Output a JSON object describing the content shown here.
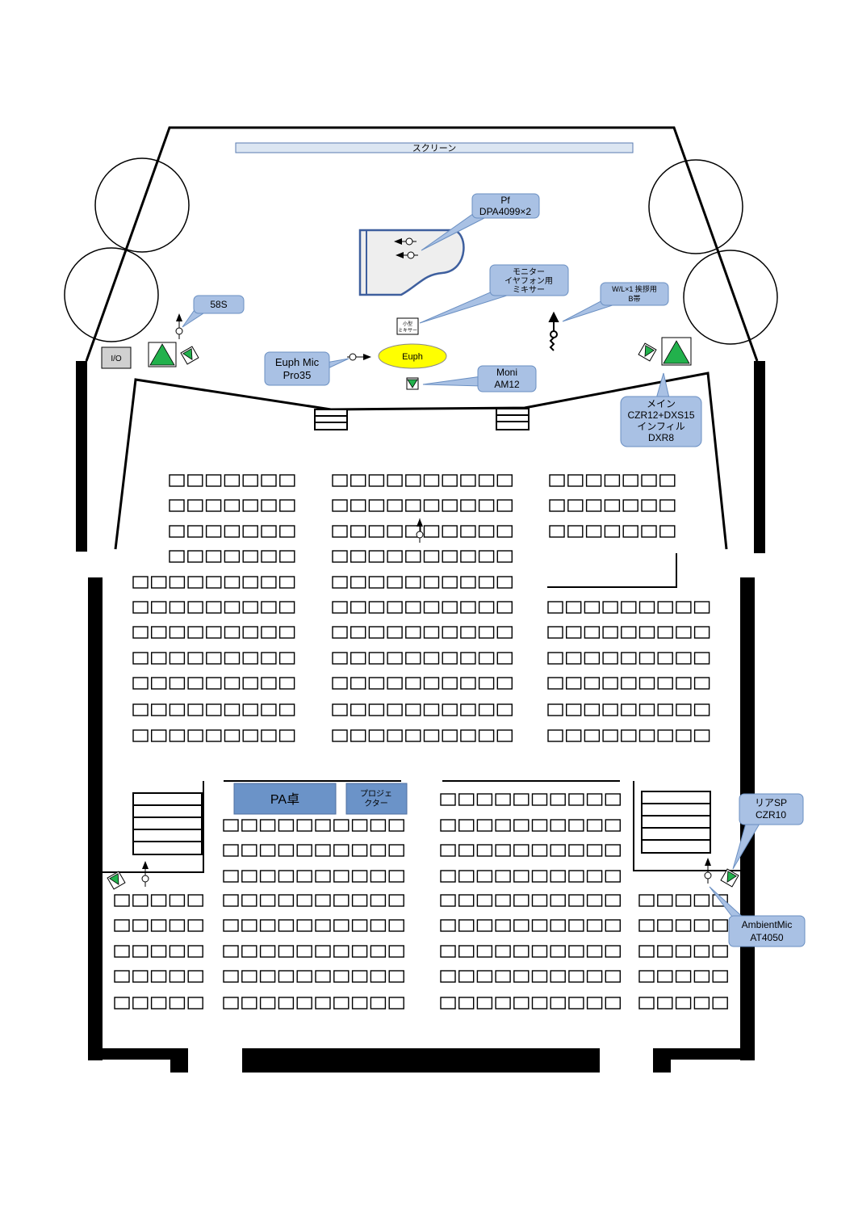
{
  "screen": {
    "label": "スクリーン"
  },
  "io_box": {
    "label": "I/O"
  },
  "euph_ellipse": {
    "label": "Euph",
    "color": "#ffff00"
  },
  "small_mixer": {
    "line1": "小型",
    "line2": "ミキサー"
  },
  "pa_desk": {
    "label": "PA卓",
    "color": "#6b93c8"
  },
  "projector": {
    "line1": "プロジェ",
    "line2": "クター",
    "color": "#6b93c8"
  },
  "callouts": {
    "pf": {
      "lines": [
        "Pf",
        "DPA4099×2"
      ]
    },
    "monitor_mixer": {
      "lines": [
        "モニター",
        "イヤフォン用",
        "ミキサー"
      ]
    },
    "mic_58s": {
      "lines": [
        "58S"
      ]
    },
    "wireless": {
      "lines": [
        "W/L×1 挨拶用",
        "B帯"
      ]
    },
    "euph_mic": {
      "lines": [
        "Euph Mic",
        "Pro35"
      ]
    },
    "moni": {
      "lines": [
        "Moni",
        "AM12"
      ]
    },
    "main_speakers": {
      "lines": [
        "メイン",
        "CZR12+DXS15",
        "インフィル",
        "DXR8"
      ]
    },
    "rear_sp": {
      "lines": [
        "リアSP",
        "CZR10"
      ]
    },
    "ambient_mic": {
      "lines": [
        "AmbientMic",
        "AT4050"
      ]
    }
  },
  "colors": {
    "callout_fill": "#a9c1e4",
    "callout_stroke": "#6a8fc2",
    "speaker_green": "#22b14c",
    "piano_stroke": "#3e5f9e",
    "screen_fill": "#dce6f2"
  }
}
